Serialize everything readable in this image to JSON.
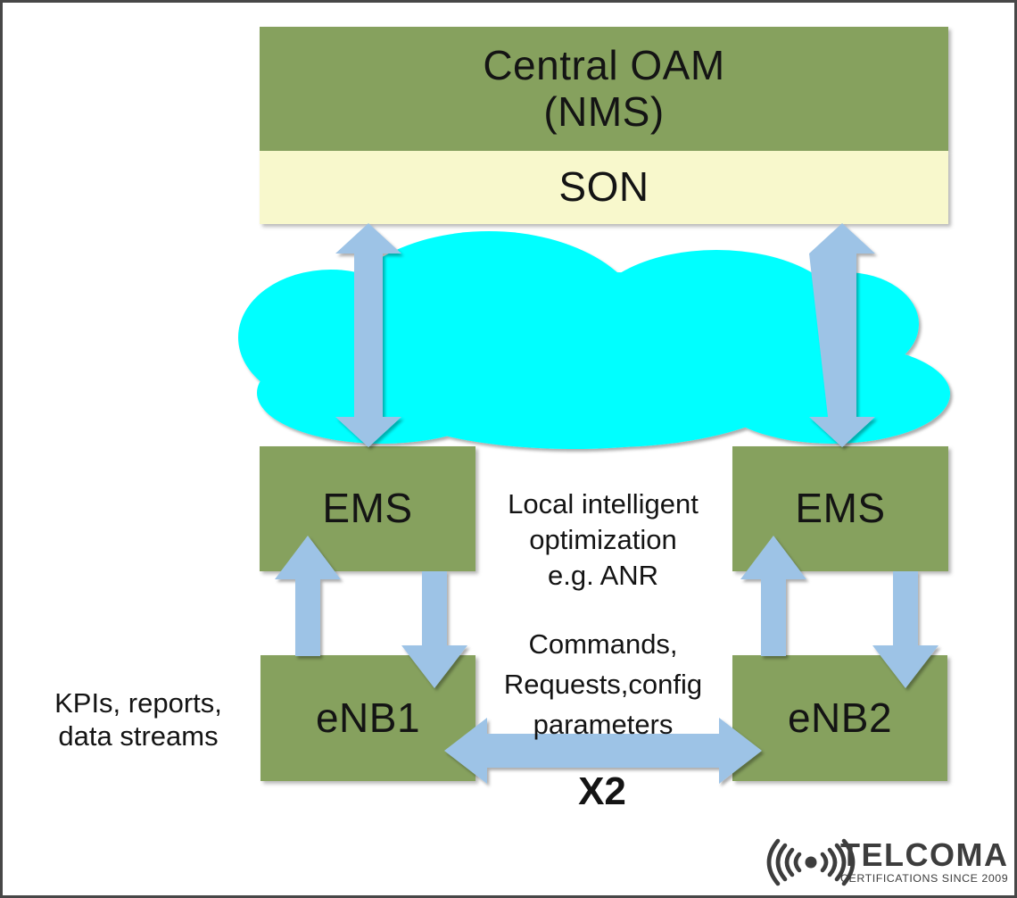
{
  "colors": {
    "box_green": "#86A15E",
    "son_yellow": "#F8F8CC",
    "cloud_cyan": "#00FFFF",
    "arrow_blue": "#9DC3E6",
    "frame_gray": "#474747",
    "logo_gray": "#3D3D3D",
    "text_black": "#141414"
  },
  "diagram": {
    "central_oam": {
      "line1": "Central OAM",
      "line2": "(NMS)"
    },
    "son": "SON",
    "ems_left": "EMS",
    "ems_right": "EMS",
    "enb1": "eNB1",
    "enb2": "eNB2",
    "x2": "X2",
    "notes": {
      "left": {
        "line1": "KPIs, reports,",
        "line2": "data streams"
      },
      "optimization": {
        "line1": "Local intelligent",
        "line2": "optimization",
        "line3": "e.g. ANR"
      },
      "commands": {
        "line1": "Commands,",
        "line2": "Requests,config",
        "line3": "parameters"
      }
    },
    "icons": {
      "cloud": "network-cloud",
      "logo_icon": "radio-waves-icon"
    }
  },
  "logo": {
    "name": "TELCOMA",
    "tagline": "CERTIFICATIONS SINCE 2009"
  }
}
